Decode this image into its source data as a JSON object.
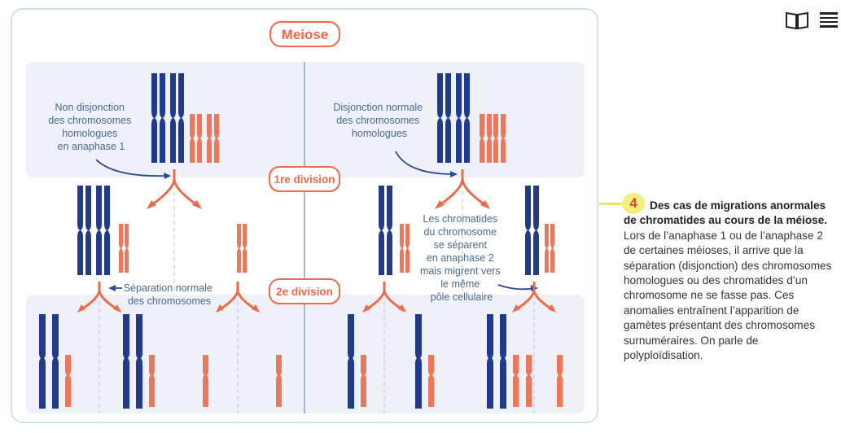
{
  "colors": {
    "frame": "#cfe3e3",
    "panel": "#eef1f8",
    "blue_chromosome": "#1f3a8f",
    "orange_chromosome": "#f0765a",
    "accent": "#ef6a4a",
    "label": "#4a6a8c",
    "badge": "#f5ee7a"
  },
  "diagram": {
    "title": "Meiose",
    "stage1": "1re division",
    "stage2": "2e division",
    "left_labels": {
      "top": [
        "Non disjonction",
        "des chromosomes",
        "homologues",
        "en anaphase 1"
      ],
      "bottom": [
        "Séparation normale",
        "des chromosomes"
      ]
    },
    "right_labels": {
      "top": [
        "Disjonction normale",
        "des chromosomes",
        "homologues"
      ],
      "bottom": [
        "Les chromatides",
        "du chromosome",
        "se séparent",
        "en anaphase 2",
        "mais migrent vers",
        "le même",
        "pôle cellulaire"
      ]
    }
  },
  "caption": {
    "number": "4",
    "title": "Des cas de migrations anormales de chromatides au cours de la méiose.",
    "body": "Lors de l’anaphase 1 ou de l’anaphase 2 de certaines méioses, il arrive que la séparation (disjonction) des chromosomes homologues ou des chromatides d’un chromosome ne se fasse pas. Ces anomalies entraînent l’apparition de gamètes présentant des chromosomes surnuméraires. On parle de polyploïdisation."
  },
  "icons": [
    "book-icon",
    "menu-icon"
  ]
}
